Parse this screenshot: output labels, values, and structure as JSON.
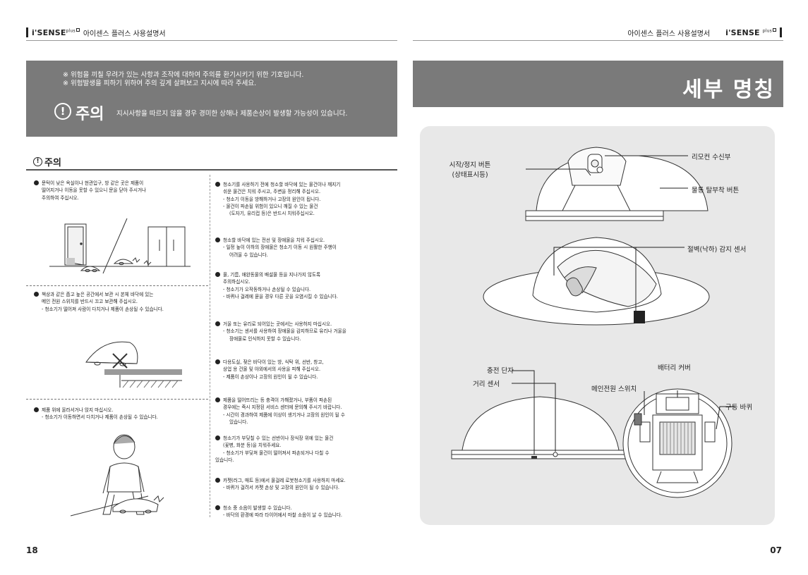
{
  "header": {
    "brand": "i'SENSE",
    "brand_sup": "plus",
    "left_title": "아이센스 플러스 사용설명서",
    "right_title": "아이센스 플러스 사용설명서"
  },
  "left_page": {
    "notice": {
      "line1": "※ 위험을 끼칠 우려가 있는 사항과 조작에 대하여 주의를 환기시키기 위한 기호입니다.",
      "line2": "※ 위험발생을 피하기 위하여 주의 깊게 살펴보고 지시에 따라 주세요.",
      "icon": "!",
      "label": "주의",
      "desc": "지시사항을 따르지 않을 경우 경미한 상해나 제품손상이 발생할 가능성이 있습니다."
    },
    "section_title": "주의",
    "left_items": [
      {
        "lines": [
          "문턱이 낮은 욕실이나 현관입구, 방 같은 곳은 제품이",
          "떨어지거나 이동을 못할 수 있으니 문을 닫아 주시거나",
          "주의하여 주십시오."
        ]
      },
      {
        "lines": [
          "책상과 같은 좁고 높은 공간에서 보관 시 본체 바닥에 있는",
          "메인 전원 스위치를 반드시 끄고 보관해 주십시오.",
          "- 청소기가 떨어져 사람이 다치거나 제품이 손상될 수 있습니다."
        ]
      },
      {
        "lines": [
          "제품 위에 올라서거나 앉지 마십시오.",
          "- 청소기가 이동하면서 다치거나 제품이 손상될 수 있습니다."
        ]
      }
    ],
    "right_items": [
      {
        "lines": [
          "청소기를 사용하기 전에 청소할 바닥에 있는 물건이나 깨지기",
          "쉬운 물건은 치워 주시고, 주변을 정리해 주십시오.",
          "- 청소기 이동을 방해하거나 고장의 원인이 됩니다.",
          "- 물건이 파손될 위험이 있으니 깨질 수 있는 물건",
          "(도자기, 유리컵 등)은 반드시 치워주십시오."
        ]
      },
      {
        "lines": [
          "청소할 바닥에 있는 전선 및 장애물을 치워 주십시오.",
          "- 일정 높이 이하의 장애물은 청소기 이동 시 원활한 주행이",
          "어려울 수 있습니다."
        ]
      },
      {
        "lines": [
          "물, 기름, 애완동물의 배설물 등을 지나가지 않도록",
          "주의하십시오.",
          "- 청소기가 오작동하거나 손상될 수 있습니다.",
          "- 바퀴나 걸레에 묻을 경우 다른 곳을 오염시킬 수 있습니다."
        ]
      },
      {
        "lines": [
          "거울 또는 유리로 되어있는 곳에서는 사용하지 마십시오.",
          "- 청소기는 센서를 사용하여 장애물을 감지하므로 유리나 거울을",
          "장애물로 인식하지 못할 수 있습니다."
        ]
      },
      {
        "lines": [
          "다용도실, 젖은 바닥이 있는 방, 식탁 위, 선반, 창고,",
          "상업 용 건물 및 야외에서의 사용을 피해 주십시오.",
          "- 제품이 손상이나 고장의 원인이 될 수 있습니다."
        ]
      },
      {
        "lines": [
          "제품을 떨어뜨리는 등 충격이 가해졌거나, 부품이 파손된",
          "경우에는 즉시 지정된 서비스 센터에 문의해 주시기 바랍니다.",
          "- 시간이 경과하여 제품에 이상이 생기거나 고장의 원인이 될 수",
          "있습니다."
        ]
      },
      {
        "lines": [
          "청소기가 부딪칠 수 있는 선반이나 장식장 위에 있는 물건",
          "(꽃병, 화분 등)을 치워주세요.",
          "- 청소기가 부딪쳐 물건이 떨어져서 파손되거나 다칠 수",
          "있습니다."
        ]
      },
      {
        "lines": [
          "카펫(러그, 매트 등)에서 물걸레 로봇청소기를 사용하지 마세요.",
          "- 바퀴가 걸려서 카펫 손상 및 고장의 원인이 될 수 있습니다."
        ]
      },
      {
        "lines": [
          "청소 중 소음이 발생할 수 있습니다.",
          "- 바닥의 환경에 따라 타이어에서 마찰 소음이 날 수 있습니다."
        ]
      }
    ],
    "page_number": "18"
  },
  "right_page": {
    "title": "세부 명칭",
    "labels": {
      "start_stop_1": "시작/정지 버튼",
      "start_stop_2": "(상태표시등)",
      "remote_receiver": "리모컨 수신부",
      "water_tank_button": "물통 탈부착 버튼",
      "cliff_sensor": "절벽(낙하) 감지 센서",
      "charge_terminal": "충전 단자",
      "distance_sensor": "거리 센서",
      "battery_cover": "배터리 커버",
      "main_power_switch": "메인전원 스위치",
      "drive_wheel": "구동 바퀴"
    },
    "page_number": "07"
  }
}
